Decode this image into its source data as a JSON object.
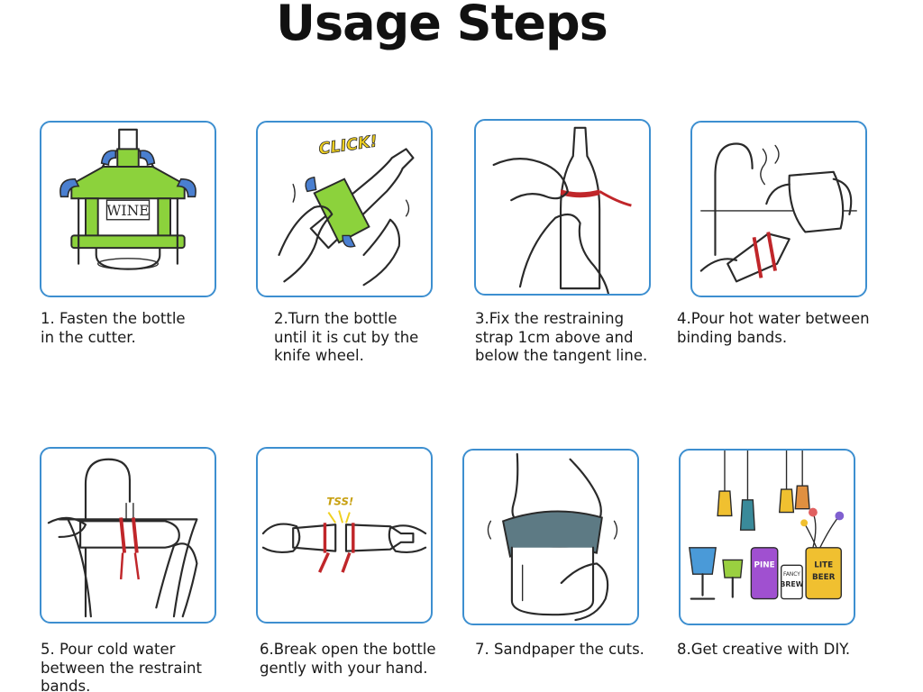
{
  "title": "Usage Steps",
  "colors": {
    "panel_border": "#3d8fd0",
    "cutter_green": "#8cd23c",
    "knob_blue": "#4a7fd0",
    "strap_red": "#c0262a",
    "click_yellow": "#f0d020"
  },
  "steps": [
    {
      "lines": [
        "1. Fasten the bottle",
        "in the cutter."
      ],
      "art_text": "WINE",
      "icon": "bottle-cutter-illustration"
    },
    {
      "lines": [
        "2.Turn the bottle",
        "until it is cut by the",
        "knife wheel."
      ],
      "art_text": "CLICK!",
      "icon": "turning-bottle-illustration"
    },
    {
      "lines": [
        "3.Fix the restraining",
        "strap 1cm above and",
        "below the tangent line."
      ],
      "icon": "strap-bottle-illustration"
    },
    {
      "lines": [
        "4.Pour hot water between",
        "binding bands."
      ],
      "icon": "hot-water-illustration"
    },
    {
      "lines": [
        "5. Pour cold water",
        "between the restraint",
        "bands."
      ],
      "icon": "cold-water-illustration"
    },
    {
      "lines": [
        "6.Break open the bottle",
        "gently with your hand."
      ],
      "art_text": "TSS!",
      "icon": "break-bottle-illustration"
    },
    {
      "lines": [
        "7. Sandpaper the cuts."
      ],
      "icon": "sandpaper-illustration"
    },
    {
      "lines": [
        "8.Get creative with DIY."
      ],
      "art_text": [
        "PINE",
        "LITE",
        "BEER",
        "FANCY",
        "BREW"
      ],
      "icon": "diy-creations-illustration"
    }
  ]
}
